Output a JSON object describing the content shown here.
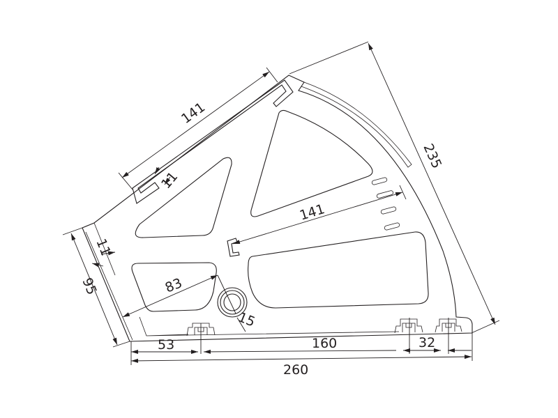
{
  "drawing": {
    "units": "mm",
    "line_color": "#231f20",
    "dimensions": {
      "top_rail_length": "141",
      "top_rail_width": "11",
      "left_rail_width": "11",
      "left_height": "95",
      "diagonal_length": "235",
      "inner_radius_length": "141",
      "hole_offset": "83",
      "hole_diameter": "15",
      "first_mount_offset": "53",
      "mount_spacing": "160",
      "end_mount_spacing": "32",
      "total_width": "260"
    }
  }
}
